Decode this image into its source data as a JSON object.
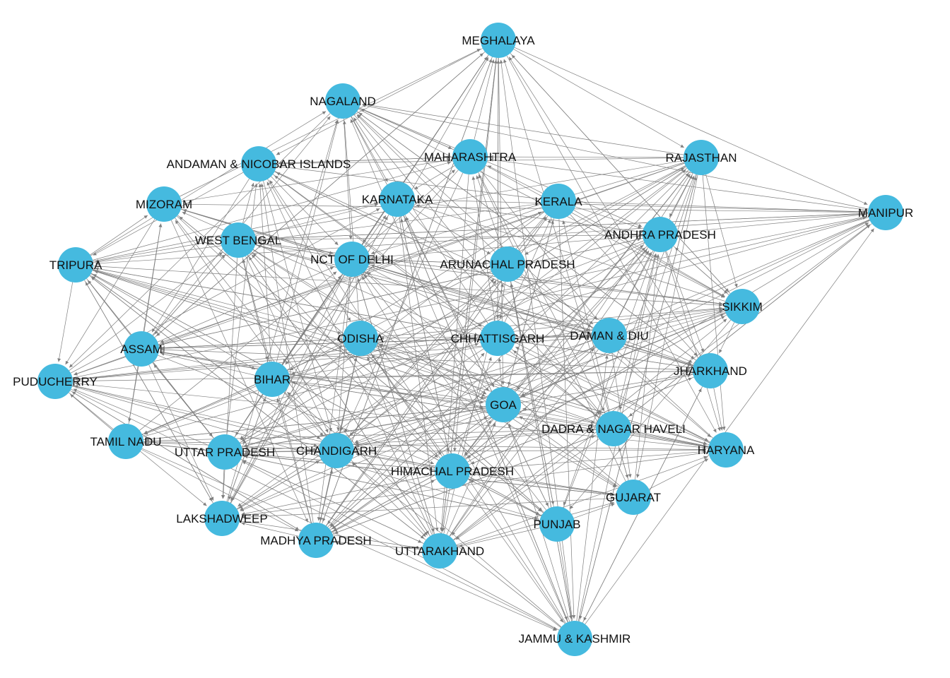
{
  "graph": {
    "type": "directed-network",
    "node_color": "#45BADF",
    "edge_color": "#7F7F7F",
    "label_color": "#111111",
    "nodes": [
      {
        "id": "meghalaya",
        "label": "MEGHALAYA"
      },
      {
        "id": "nagaland",
        "label": "NAGALAND"
      },
      {
        "id": "maharashtra",
        "label": "MAHARASHTRA"
      },
      {
        "id": "rajasthan",
        "label": "RAJASTHAN"
      },
      {
        "id": "andaman",
        "label": "ANDAMAN & NICOBAR ISLANDS"
      },
      {
        "id": "karnataka",
        "label": "KARNATAKA"
      },
      {
        "id": "kerala",
        "label": "KERALA"
      },
      {
        "id": "manipur",
        "label": "MANIPUR"
      },
      {
        "id": "mizoram",
        "label": "MIZORAM"
      },
      {
        "id": "andhra",
        "label": "ANDHRA PRADESH"
      },
      {
        "id": "westbengal",
        "label": "WEST BENGAL"
      },
      {
        "id": "delhi",
        "label": "NCT OF DELHI"
      },
      {
        "id": "arunachal",
        "label": "ARUNACHAL PRADESH"
      },
      {
        "id": "tripura",
        "label": "TRIPURA"
      },
      {
        "id": "sikkim",
        "label": "SIKKIM"
      },
      {
        "id": "odisha",
        "label": "ODISHA"
      },
      {
        "id": "chhattisgarh",
        "label": "CHHATTISGARH"
      },
      {
        "id": "damandiu",
        "label": "DAMAN & DIU"
      },
      {
        "id": "assam",
        "label": "ASSAM"
      },
      {
        "id": "jharkhand",
        "label": "JHARKHAND"
      },
      {
        "id": "puducherry",
        "label": "PUDUCHERRY"
      },
      {
        "id": "bihar",
        "label": "BIHAR"
      },
      {
        "id": "goa",
        "label": "GOA"
      },
      {
        "id": "dadra",
        "label": "DADRA & NAGAR HAVELI"
      },
      {
        "id": "tamilnadu",
        "label": "TAMIL NADU"
      },
      {
        "id": "haryana",
        "label": "HARYANA"
      },
      {
        "id": "uttarpradesh",
        "label": "UTTAR PRADESH"
      },
      {
        "id": "chandigarh",
        "label": "CHANDIGARH"
      },
      {
        "id": "himachal",
        "label": "HIMACHAL PRADESH"
      },
      {
        "id": "gujarat",
        "label": "GUJARAT"
      },
      {
        "id": "lakshadweep",
        "label": "LAKSHADWEEP"
      },
      {
        "id": "punjab",
        "label": "PUNJAB"
      },
      {
        "id": "madhya",
        "label": "MADHYA PRADESH"
      },
      {
        "id": "uttarakhand",
        "label": "UTTARAKHAND"
      },
      {
        "id": "jammu",
        "label": "JAMMU & KASHMIR"
      }
    ]
  }
}
